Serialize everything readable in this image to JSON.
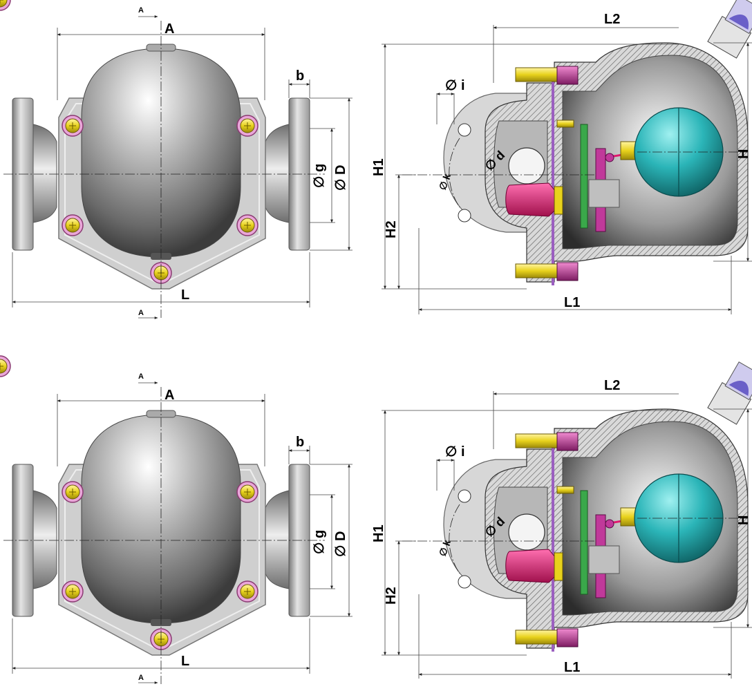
{
  "views": [
    {
      "front": {
        "section_mark_top": "A",
        "width_label": "A",
        "flange_thickness_label": "b",
        "bore_label": "∅ g",
        "flange_diameter_label": "∅ D",
        "length_label": "L",
        "section_mark_bottom": "A"
      },
      "section": {
        "top_length_label": "L2",
        "total_height_label": "H1",
        "body_height_label": "H",
        "lower_height_label": "H2",
        "bottom_length_label": "L1",
        "hole_label": "∅ i",
        "orifice_label": "∅ d",
        "pitch_circle_label": "∅ k"
      }
    },
    {
      "front": {
        "section_mark_top": "A",
        "width_label": "A",
        "flange_thickness_label": "b",
        "bore_label": "∅ g",
        "flange_diameter_label": "∅ D",
        "length_label": "L",
        "section_mark_bottom": "A"
      },
      "section": {
        "top_length_label": "L2",
        "total_height_label": "H1",
        "body_height_label": "H",
        "lower_height_label": "H2",
        "bottom_length_label": "L1",
        "hole_label": "∅ i",
        "orifice_label": "∅ d",
        "pitch_circle_label": "∅ k"
      }
    }
  ],
  "colors": {
    "body": "#c8c8c8",
    "float": "#2bb5b8",
    "bolt": "#e8d21c",
    "nut": "#c0399a",
    "valve_seat": "#e0186e",
    "mechanism_green": "#3aa84a",
    "vent_cap": "#b8b4e6"
  }
}
